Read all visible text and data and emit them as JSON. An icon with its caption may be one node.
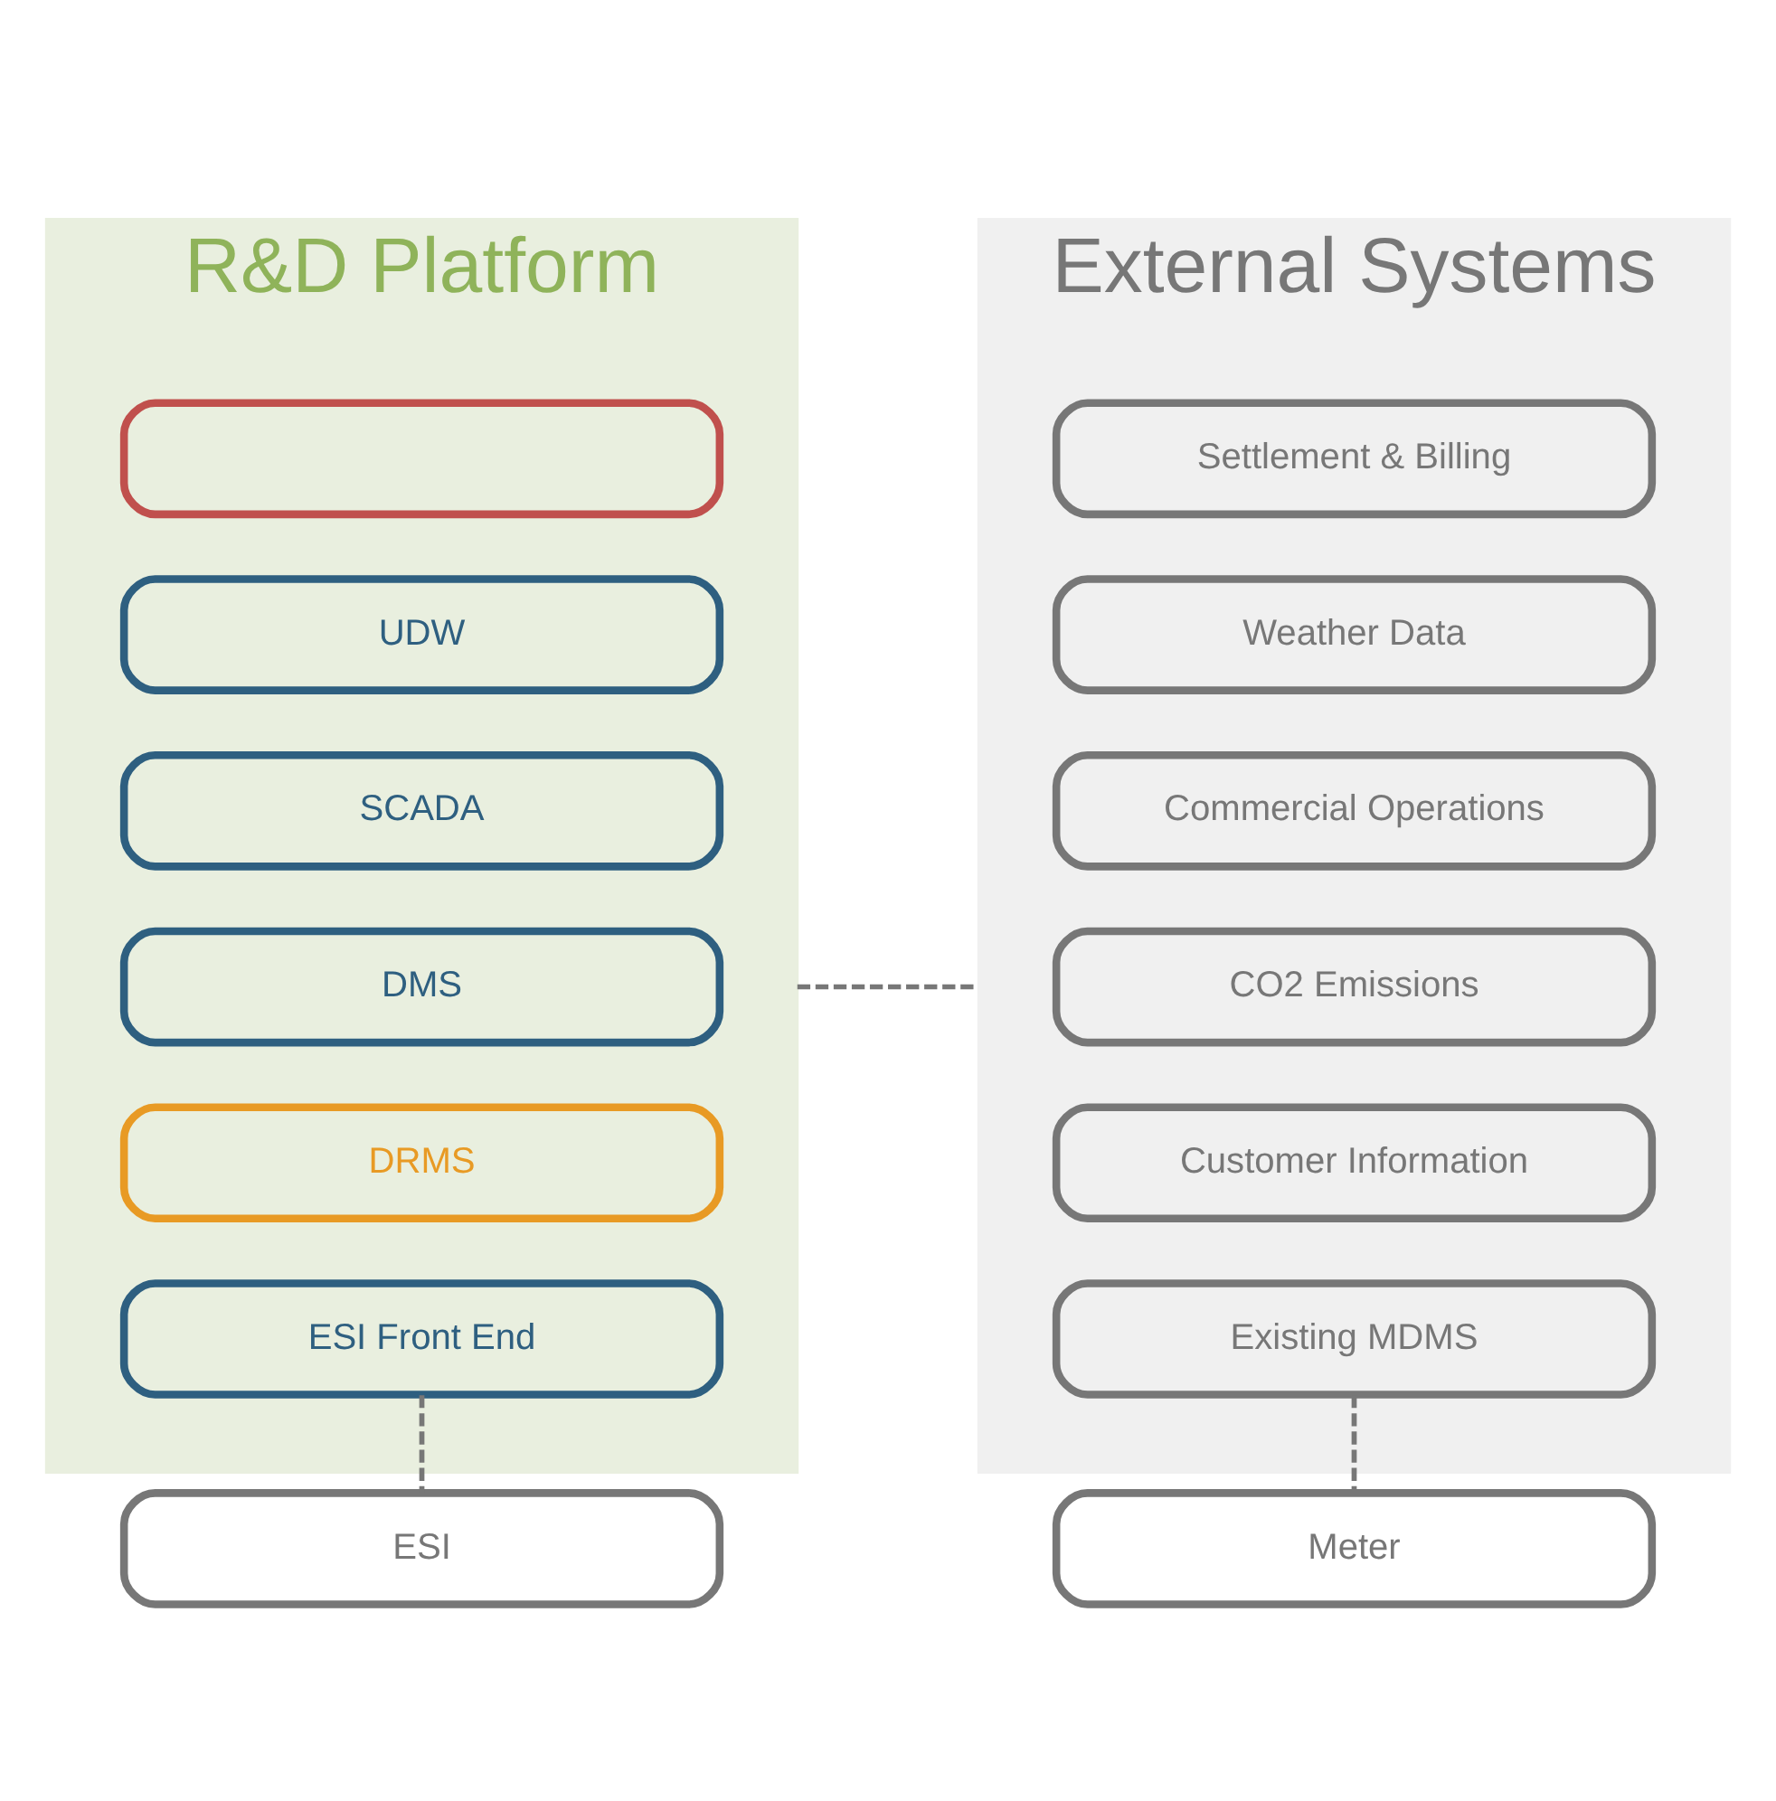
{
  "diagram": {
    "nodes": [
      {
        "text": [
          "R&D Platform"
        ]
      },
      {
        "text": [],
        "shape": "box",
        "in": 0
      },
      {
        "text": [
          "UDW"
        ],
        "in": 0
      },
      {
        "text": [
          "SCADA"
        ],
        "in": 0
      },
      {
        "text": [
          "DMS"
        ],
        "in": 0
      },
      {
        "text": [
          "DRMS"
        ],
        "in": 0
      },
      {
        "text": [
          "ESI Front End"
        ],
        "in": 0
      },
      {
        "text": [
          "External Systems"
        ]
      },
      {
        "text": [
          "Settlement & Billing"
        ],
        "in": 7
      },
      {
        "text": [
          "Weather Data"
        ],
        "in": 7
      },
      {
        "text": [
          "Commercial Operations"
        ],
        "in": 7
      },
      {
        "text": [
          "CO2 Emissions"
        ],
        "in": 7
      },
      {
        "text": [
          "Customer Information"
        ],
        "in": 7
      },
      {
        "text": [
          "Existing MDMS"
        ],
        "in": 7
      },
      {
        "text": [
          "ESI"
        ]
      },
      {
        "text": [
          "Meter"
        ]
      }
    ],
    "edges": [
      {
        "from": 0,
        "to": 7,
        "arrow": "none",
        "style": "dashed"
      },
      {
        "from": 6,
        "to": 14,
        "arrow": "none",
        "style": "dashed"
      },
      {
        "from": 13,
        "to": 15,
        "arrow": "none",
        "style": "dashed"
      }
    ]
  }
}
